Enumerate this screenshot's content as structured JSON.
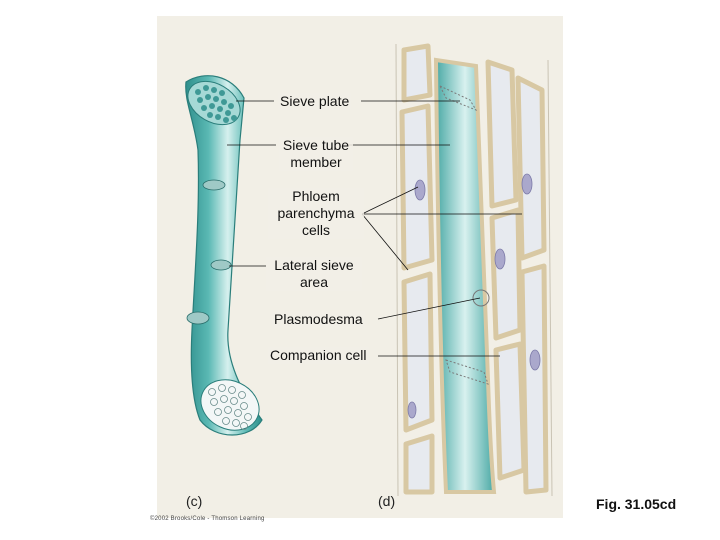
{
  "labels": {
    "sieve_plate": "Sieve plate",
    "sieve_tube_member": "Sieve tube\nmember",
    "phloem_parenchyma": "Phloem\nparenchyma\ncells",
    "lateral_sieve_area": "Lateral sieve\narea",
    "plasmodesma": "Plasmodesma",
    "companion_cell": "Companion cell"
  },
  "panel_c": "(c)",
  "panel_d": "(d)",
  "figure_number": "Fig. 31.05cd",
  "copyright": "©2002 Brooks/Cole - Thomson Learning",
  "colors": {
    "tube_main": "#5bb9b4",
    "tube_light": "#bfe6e3",
    "tube_dark": "#2f8f8c",
    "cell_fill": "#e6e9ee",
    "cell_wall": "#d9c9a6",
    "nucleus": "#a9a8cc",
    "panel_bg": "#f2efe6"
  }
}
